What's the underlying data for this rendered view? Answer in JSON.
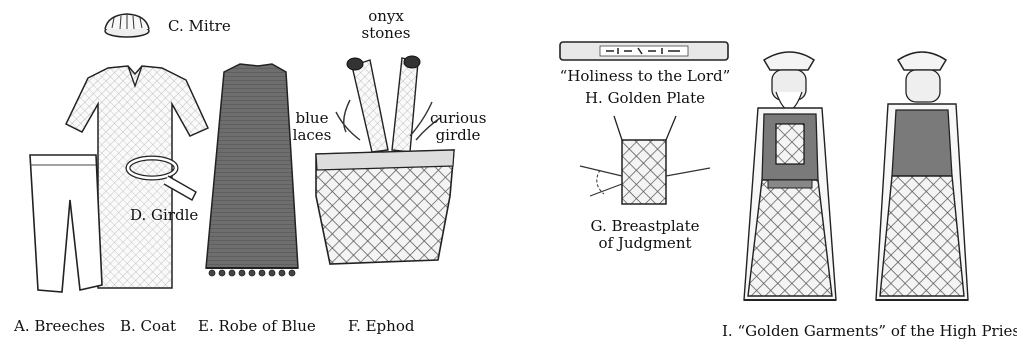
{
  "labels": {
    "mitre": "C. Mitre",
    "onyx": "onyx\nstones",
    "blue_laces": "blue\nlaces",
    "curious_girdle": "curious\ngirdle",
    "girdle": "D. Girdle",
    "breeches": "A. Breeches",
    "coat": "B. Coat",
    "robe": "E. Robe of Blue",
    "ephod": "F. Ephod",
    "holiness": "“Holiness to the Lord”",
    "golden_plate": "H. Golden Plate",
    "breastplate": "G. Breastplate\nof Judgment",
    "golden_garments": "I. “Golden Garments” of the High Priest"
  }
}
